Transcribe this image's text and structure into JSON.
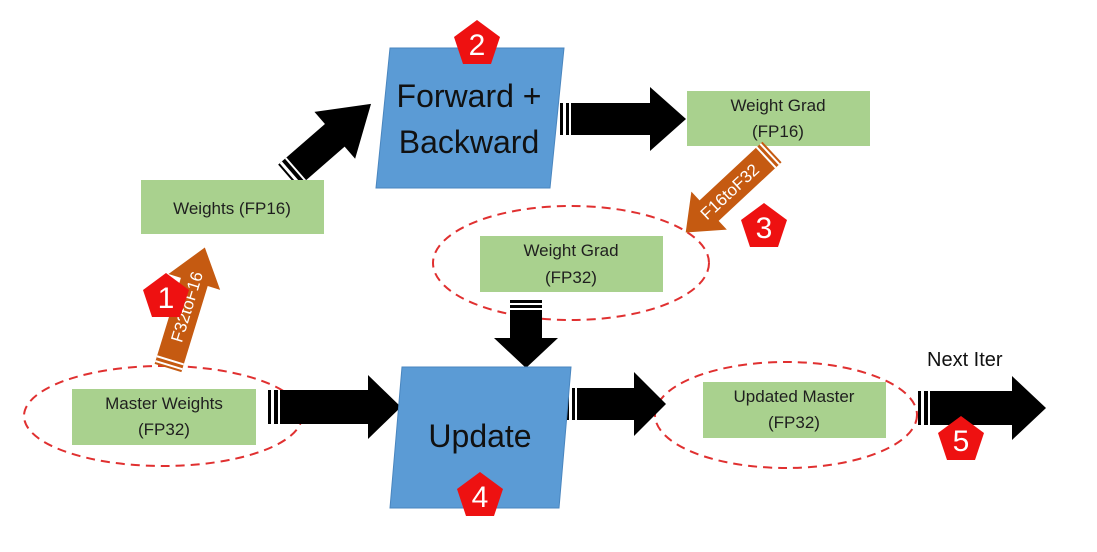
{
  "boxes": {
    "weights_fp16": {
      "line1": "Weights (FP16)"
    },
    "weight_grad_fp16": {
      "line1": "Weight Grad",
      "line2": "(FP16)"
    },
    "weight_grad_fp32": {
      "line1": "Weight Grad",
      "line2": "(FP32)"
    },
    "master_weights": {
      "line1": "Master Weights",
      "line2": "(FP32)"
    },
    "updated_master": {
      "line1": "Updated Master",
      "line2": "(FP32)"
    }
  },
  "processes": {
    "forward_backward": {
      "line1": "Forward +",
      "line2": "Backward"
    },
    "update": {
      "line1": "Update"
    }
  },
  "conversions": {
    "f32_to_f16": "F32toF16",
    "f16_to_f32": "F16toF32"
  },
  "badges": {
    "step1": "1",
    "step2": "2",
    "step3": "3",
    "step4": "4",
    "step5": "5"
  },
  "labels": {
    "next_iter": "Next Iter"
  },
  "colors": {
    "data_box": "#a9d18e",
    "process": "#5b9bd5",
    "conversion_arrow": "#c55a11",
    "badge": "#ee1111",
    "dashed_ellipse": "#e03030",
    "arrow": "#000000"
  }
}
